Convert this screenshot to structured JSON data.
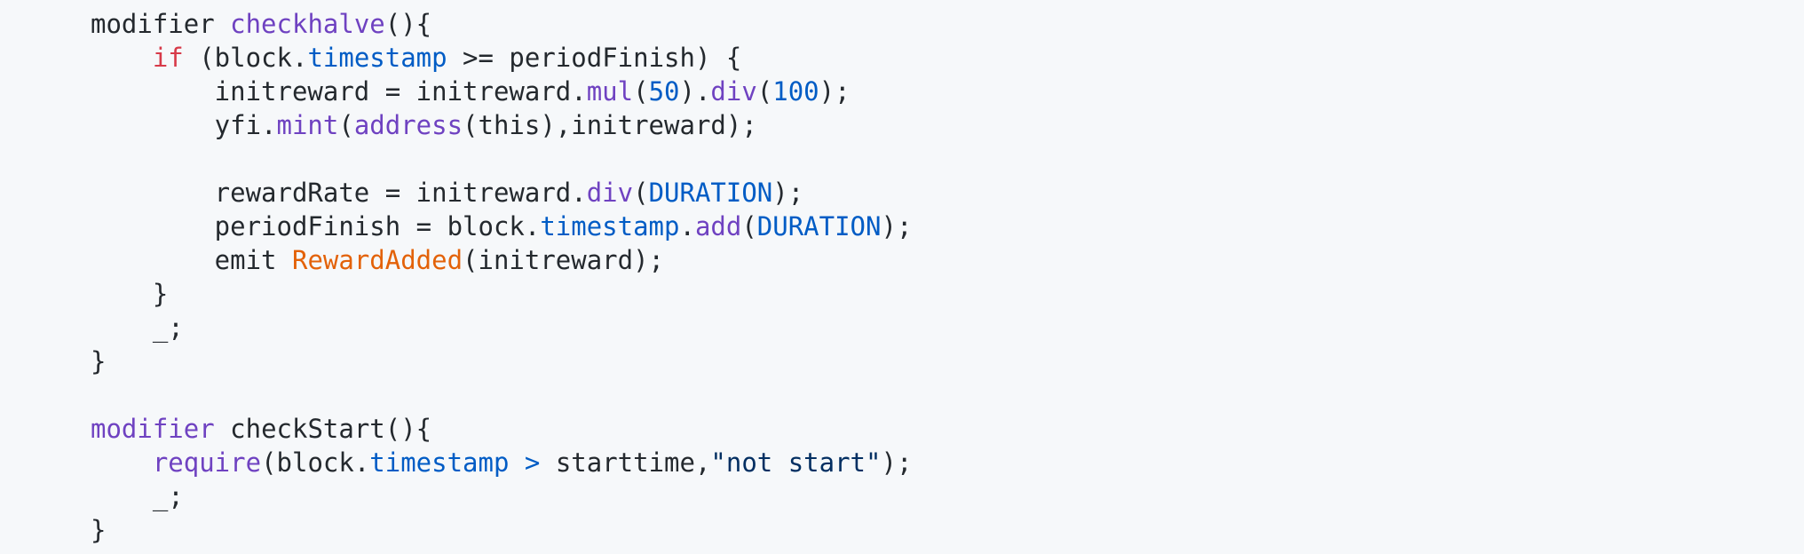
{
  "colors": {
    "background": "#f6f8fa",
    "plain": "#24292e",
    "keyword": "#d73a49",
    "entity": "#6f42c1",
    "constant": "#005cc5",
    "string": "#032f62",
    "event": "#e36209"
  },
  "code": {
    "lines": [
      [
        {
          "t": "plain",
          "v": "modifier "
        },
        {
          "t": "entity",
          "v": "checkhalve"
        },
        {
          "t": "plain",
          "v": "(){"
        }
      ],
      [
        {
          "t": "plain",
          "v": "    "
        },
        {
          "t": "keyword",
          "v": "if"
        },
        {
          "t": "plain",
          "v": " (block."
        },
        {
          "t": "constant",
          "v": "timestamp"
        },
        {
          "t": "plain",
          "v": " >= periodFinish) {"
        }
      ],
      [
        {
          "t": "plain",
          "v": "        initreward = initreward."
        },
        {
          "t": "entity",
          "v": "mul"
        },
        {
          "t": "plain",
          "v": "("
        },
        {
          "t": "constant",
          "v": "50"
        },
        {
          "t": "plain",
          "v": ")."
        },
        {
          "t": "entity",
          "v": "div"
        },
        {
          "t": "plain",
          "v": "("
        },
        {
          "t": "constant",
          "v": "100"
        },
        {
          "t": "plain",
          "v": ");"
        }
      ],
      [
        {
          "t": "plain",
          "v": "        yfi."
        },
        {
          "t": "entity",
          "v": "mint"
        },
        {
          "t": "plain",
          "v": "("
        },
        {
          "t": "entity",
          "v": "address"
        },
        {
          "t": "plain",
          "v": "(this),initreward);"
        }
      ],
      [],
      [
        {
          "t": "plain",
          "v": "        rewardRate = initreward."
        },
        {
          "t": "entity",
          "v": "div"
        },
        {
          "t": "plain",
          "v": "("
        },
        {
          "t": "constant",
          "v": "DURATION"
        },
        {
          "t": "plain",
          "v": ");"
        }
      ],
      [
        {
          "t": "plain",
          "v": "        periodFinish = block."
        },
        {
          "t": "constant",
          "v": "timestamp"
        },
        {
          "t": "plain",
          "v": "."
        },
        {
          "t": "entity",
          "v": "add"
        },
        {
          "t": "plain",
          "v": "("
        },
        {
          "t": "constant",
          "v": "DURATION"
        },
        {
          "t": "plain",
          "v": ");"
        }
      ],
      [
        {
          "t": "plain",
          "v": "        emit "
        },
        {
          "t": "event",
          "v": "RewardAdded"
        },
        {
          "t": "plain",
          "v": "(initreward);"
        }
      ],
      [
        {
          "t": "plain",
          "v": "    }"
        }
      ],
      [
        {
          "t": "plain",
          "v": "    _;"
        }
      ],
      [
        {
          "t": "plain",
          "v": "}"
        }
      ],
      [],
      [
        {
          "t": "entity",
          "v": "modifier"
        },
        {
          "t": "plain",
          "v": " checkStart(){"
        }
      ],
      [
        {
          "t": "plain",
          "v": "    "
        },
        {
          "t": "entity",
          "v": "require"
        },
        {
          "t": "plain",
          "v": "(block."
        },
        {
          "t": "constant",
          "v": "timestamp"
        },
        {
          "t": "plain",
          "v": " "
        },
        {
          "t": "constant",
          "v": ">"
        },
        {
          "t": "plain",
          "v": " starttime,"
        },
        {
          "t": "string",
          "v": "\"not start\""
        },
        {
          "t": "plain",
          "v": ");"
        }
      ],
      [
        {
          "t": "plain",
          "v": "    _;"
        }
      ],
      [
        {
          "t": "plain",
          "v": "}"
        }
      ]
    ]
  }
}
